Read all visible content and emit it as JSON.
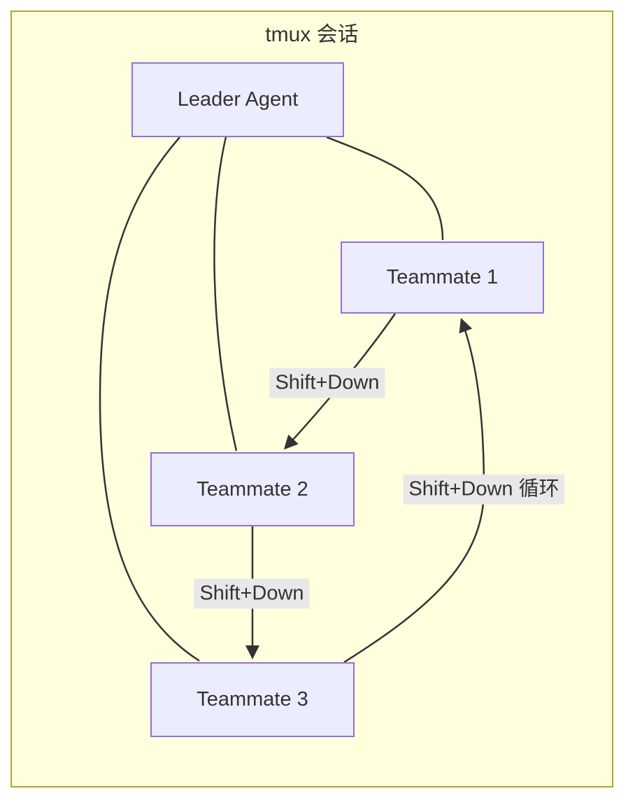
{
  "diagram": {
    "title": "tmux 会话",
    "nodes": [
      {
        "id": "leader",
        "label": "Leader Agent"
      },
      {
        "id": "teammate1",
        "label": "Teammate 1"
      },
      {
        "id": "teammate2",
        "label": "Teammate 2"
      },
      {
        "id": "teammate3",
        "label": "Teammate 3"
      }
    ],
    "edges": [
      {
        "from": "Leader Agent",
        "to": "Teammate 1",
        "label": "",
        "arrow": false
      },
      {
        "from": "Leader Agent",
        "to": "Teammate 2",
        "label": "",
        "arrow": false
      },
      {
        "from": "Leader Agent",
        "to": "Teammate 3",
        "label": "",
        "arrow": false
      },
      {
        "from": "Teammate 1",
        "to": "Teammate 2",
        "label": "Shift+Down",
        "arrow": true
      },
      {
        "from": "Teammate 2",
        "to": "Teammate 3",
        "label": "Shift+Down",
        "arrow": true
      },
      {
        "from": "Teammate 3",
        "to": "Teammate 1",
        "label": "Shift+Down 循环",
        "arrow": true
      }
    ],
    "colors": {
      "container_fill": "#ffffde",
      "container_border": "#aaaa33",
      "node_fill": "#ececff",
      "node_border": "#9370db",
      "edge_color": "#333333",
      "label_bg": "#e8e8e8",
      "text_color": "#333333",
      "page_bg": "#ffffff"
    }
  }
}
